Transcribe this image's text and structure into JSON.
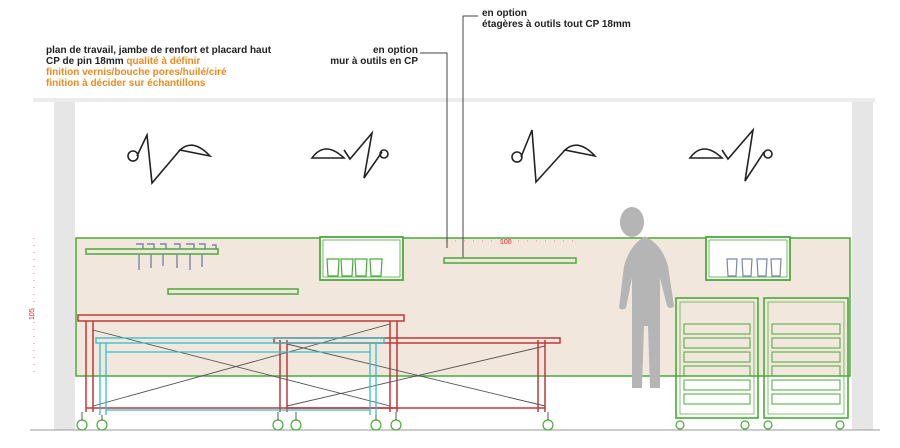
{
  "annotations": {
    "main_note": {
      "line1": "plan de travail, jambe de renfort et placard haut",
      "line2_black": "CP de pin 18mm ",
      "line2_orange": "qualité à définir",
      "line3": "finition vernis/bouche pores/huilé/ciré",
      "line4": "finition à décider sur échantillons"
    },
    "wall_note": {
      "line1": "en option",
      "line2": "mur à outils en CP"
    },
    "shelf_note": {
      "line1": "en option",
      "line2": "étagères à outils tout CP 18mm"
    }
  },
  "dimensions": {
    "width_label": "100",
    "height_label": "105"
  },
  "colors": {
    "wall_panel": "#f2e7dc",
    "green": "#4aaa3a",
    "red_table": "#c0383a",
    "cyan_table": "#2fbfc9",
    "orange_text": "#ef8a1e",
    "grey_column": "#e6e6e6",
    "silhouette": "#b5b5b5"
  },
  "icons": [
    "wall-lamp-icon",
    "person-silhouette-icon",
    "caster-wheel-icon"
  ]
}
